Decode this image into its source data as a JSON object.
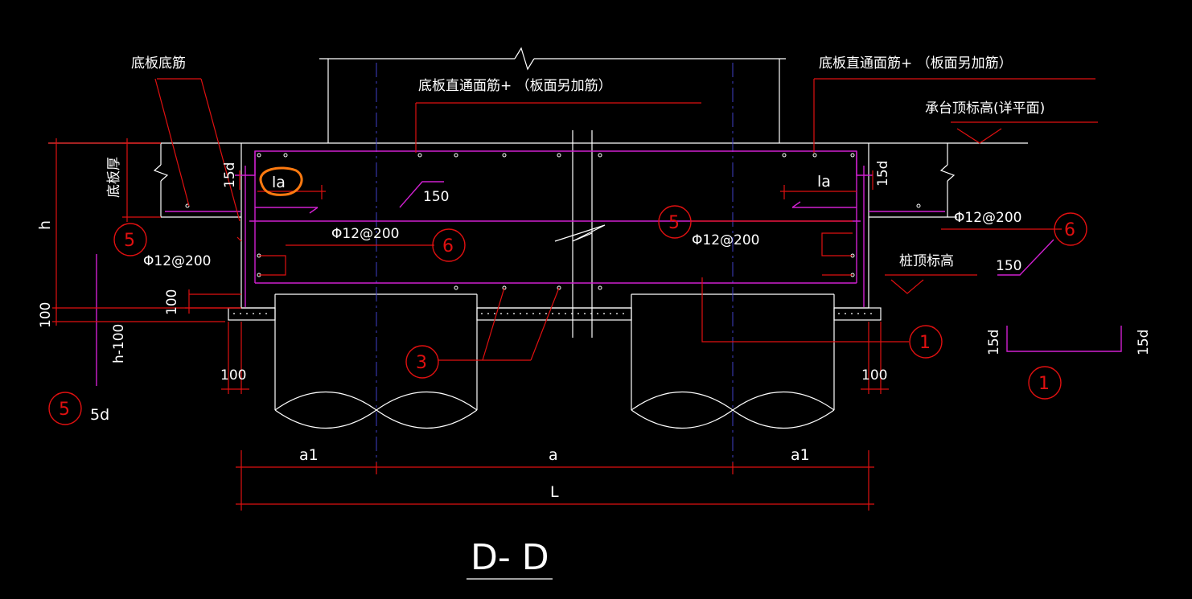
{
  "drawing": {
    "section_title": "D- D",
    "labels": {
      "bottom_rebar": "底板底筋",
      "top_rebar_center": "底板直通面筋+ （板面另加筋）",
      "top_rebar_right": "底板直通面筋+ （板面另加筋）",
      "cap_top_elev": "承台顶标高(详平面)",
      "pile_top_elev": "桩顶标高",
      "slab_thick": "底板厚",
      "la_left": "la",
      "la_right": "la",
      "d15_left": "15d",
      "d15_right": "15d",
      "d15_detail_left": "15d",
      "d15_detail_right": "15d",
      "phi_left": "Φ12@200",
      "phi_center": "Φ12@200",
      "phi_right_low": "Φ12@200",
      "phi_right": "Φ12@200",
      "dim_150_a": "150",
      "dim_150_b": "150",
      "dim_h": "h",
      "dim_100_left": "100",
      "dim_100_vert": "100",
      "dim_h100": "h-100",
      "dim_100_bl": "100",
      "dim_100_br": "100",
      "d5": "5d",
      "a1_left": "a1",
      "a_mid": "a",
      "a1_right": "a1",
      "L": "L"
    },
    "markers": {
      "m5_left": "5",
      "m6_center": "6",
      "m5_right": "5",
      "m6_right": "6",
      "m1": "1",
      "m3": "3",
      "m1_detail": "1",
      "m5_detail": "5"
    }
  }
}
